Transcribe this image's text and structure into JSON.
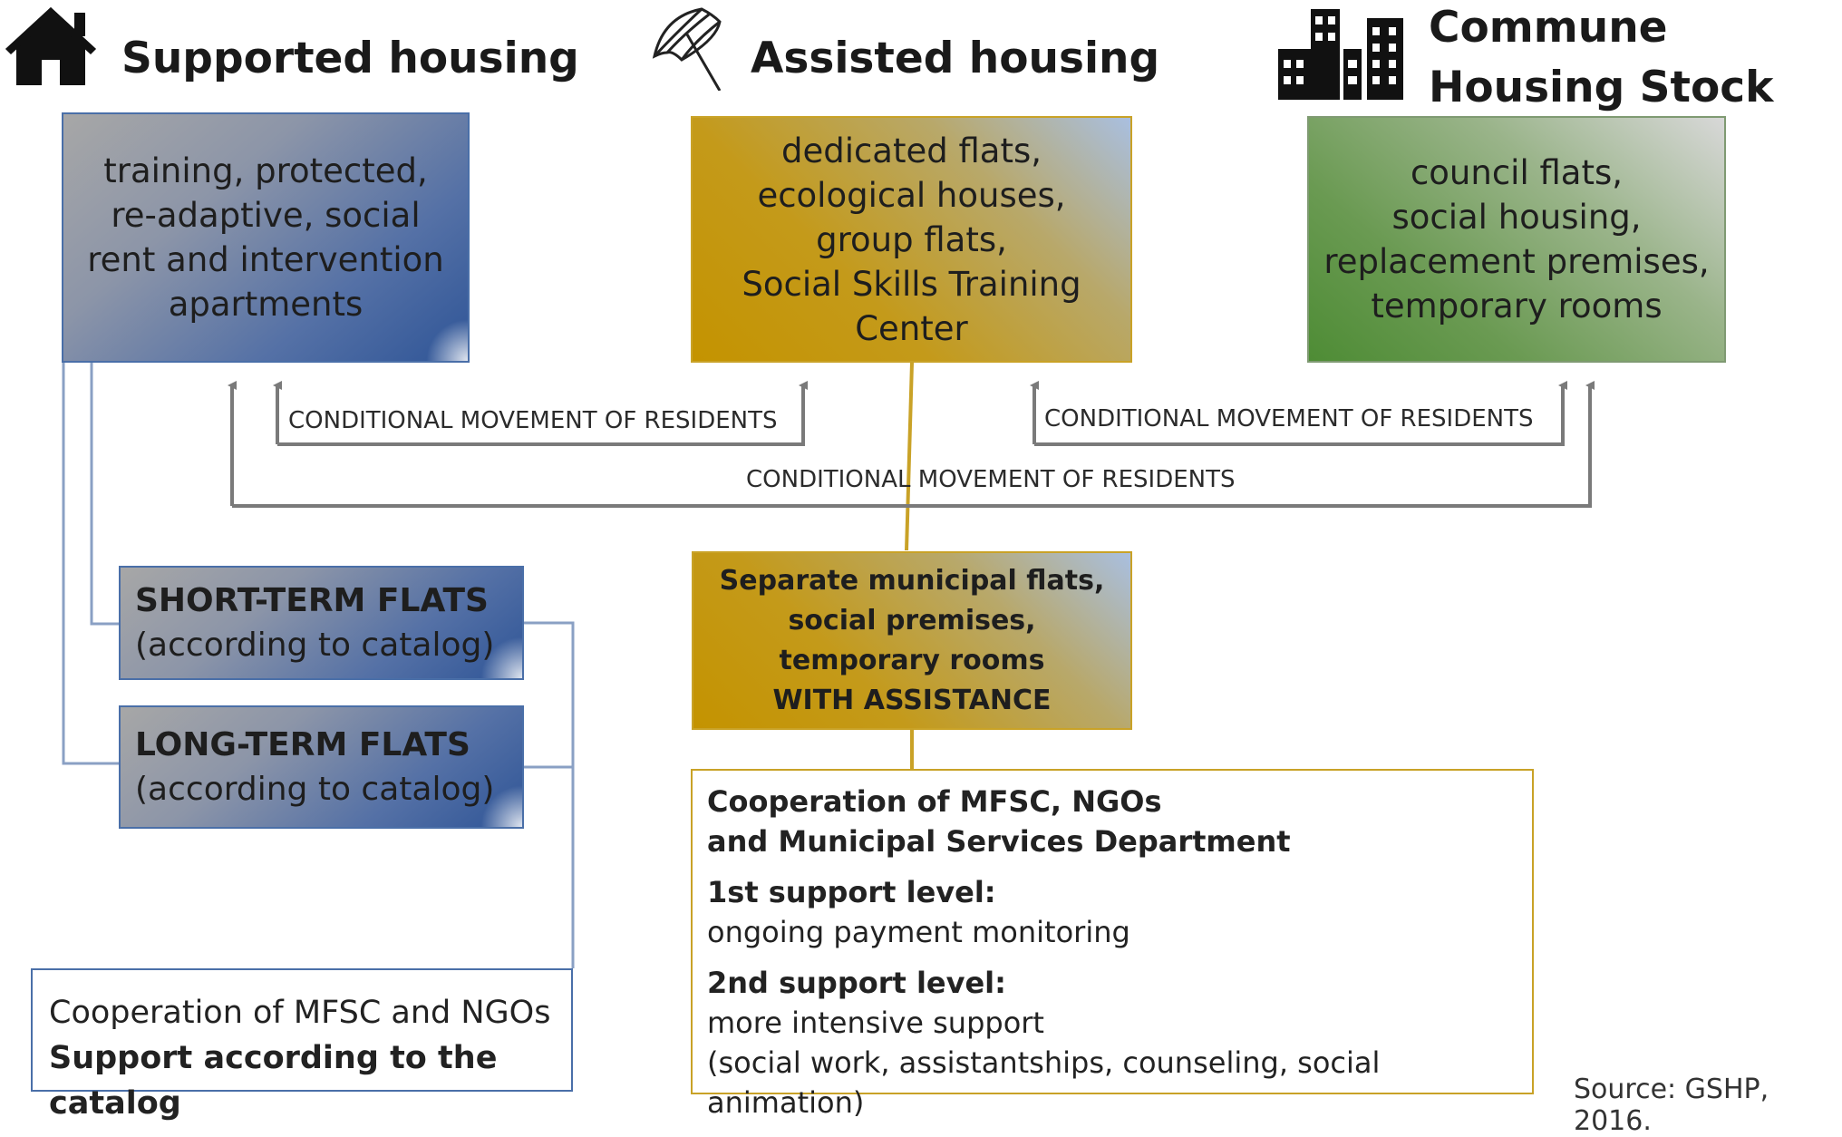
{
  "headers": {
    "supported": "Supported housing",
    "assisted": "Assisted housing",
    "commune_line1": "Commune",
    "commune_line2": "Housing Stock"
  },
  "boxes": {
    "supported": [
      "training, protected,",
      "re-adaptive, social",
      "rent and intervention",
      "apartments"
    ],
    "assisted": [
      "dedicated flats,",
      "ecological houses,",
      "group flats,",
      "Social Skills Training",
      "Center"
    ],
    "commune": [
      "council flats,",
      "social housing,",
      "replacement premises,",
      "temporary rooms"
    ]
  },
  "movement_labels": {
    "left": "CONDITIONAL MOVEMENT OF RESIDENTS",
    "right": "CONDITIONAL MOVEMENT OF RESIDENTS",
    "wide": "CONDITIONAL MOVEMENT OF RESIDENTS"
  },
  "short_term": {
    "title": "SHORT-TERM FLATS",
    "subtitle": "(according to catalog)"
  },
  "long_term": {
    "title": "LONG-TERM FLATS",
    "subtitle": "(according to catalog)"
  },
  "separate_flats": [
    "Separate municipal flats,",
    "social premises,",
    "temporary rooms",
    "WITH ASSISTANCE"
  ],
  "cooperation_left": {
    "line1": "Cooperation of MFSC and NGOs",
    "line2": "Support according to the catalog"
  },
  "cooperation_right": {
    "heading1": "Cooperation of MFSC, NGOs",
    "heading2": "and Municipal Services Department",
    "level1_title": "1st support level:",
    "level1_text": "ongoing payment monitoring",
    "level2_title": "2nd support level:",
    "level2_text1": "more intensive support",
    "level2_text2": "(social work, assistantships, counseling, social animation)"
  },
  "source": "Source: GSHP, 2016.",
  "colors": {
    "blue_border": "#4a6fa8",
    "gold_border": "#c9a227",
    "green_border": "#7f9a72",
    "arrow_gray": "#7a7a7a",
    "connector_blue": "#8aa0c4"
  },
  "icons": [
    "house-icon",
    "umbrella-icon",
    "buildings-icon"
  ]
}
